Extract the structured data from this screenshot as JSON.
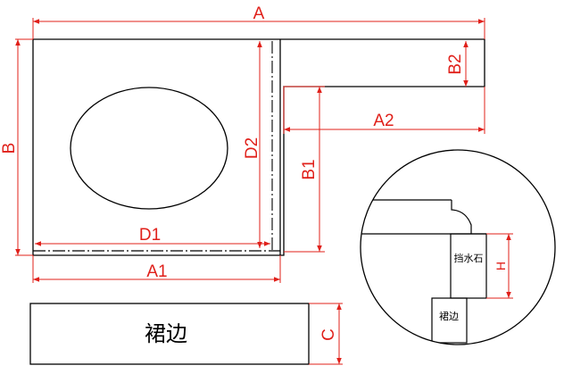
{
  "dimensions": {
    "A": "A",
    "A1": "A1",
    "A2": "A2",
    "B": "B",
    "B1": "B1",
    "B2": "B2",
    "D1": "D1",
    "D2": "D2",
    "C": "C",
    "H": "H"
  },
  "labels": {
    "skirt": "裙边",
    "backsplash": "挡水石",
    "skirt_small": "裙边"
  },
  "colors": {
    "outline": "#000000",
    "dimension": "#e0201a",
    "centerline": "#000000",
    "background": "#ffffff"
  }
}
